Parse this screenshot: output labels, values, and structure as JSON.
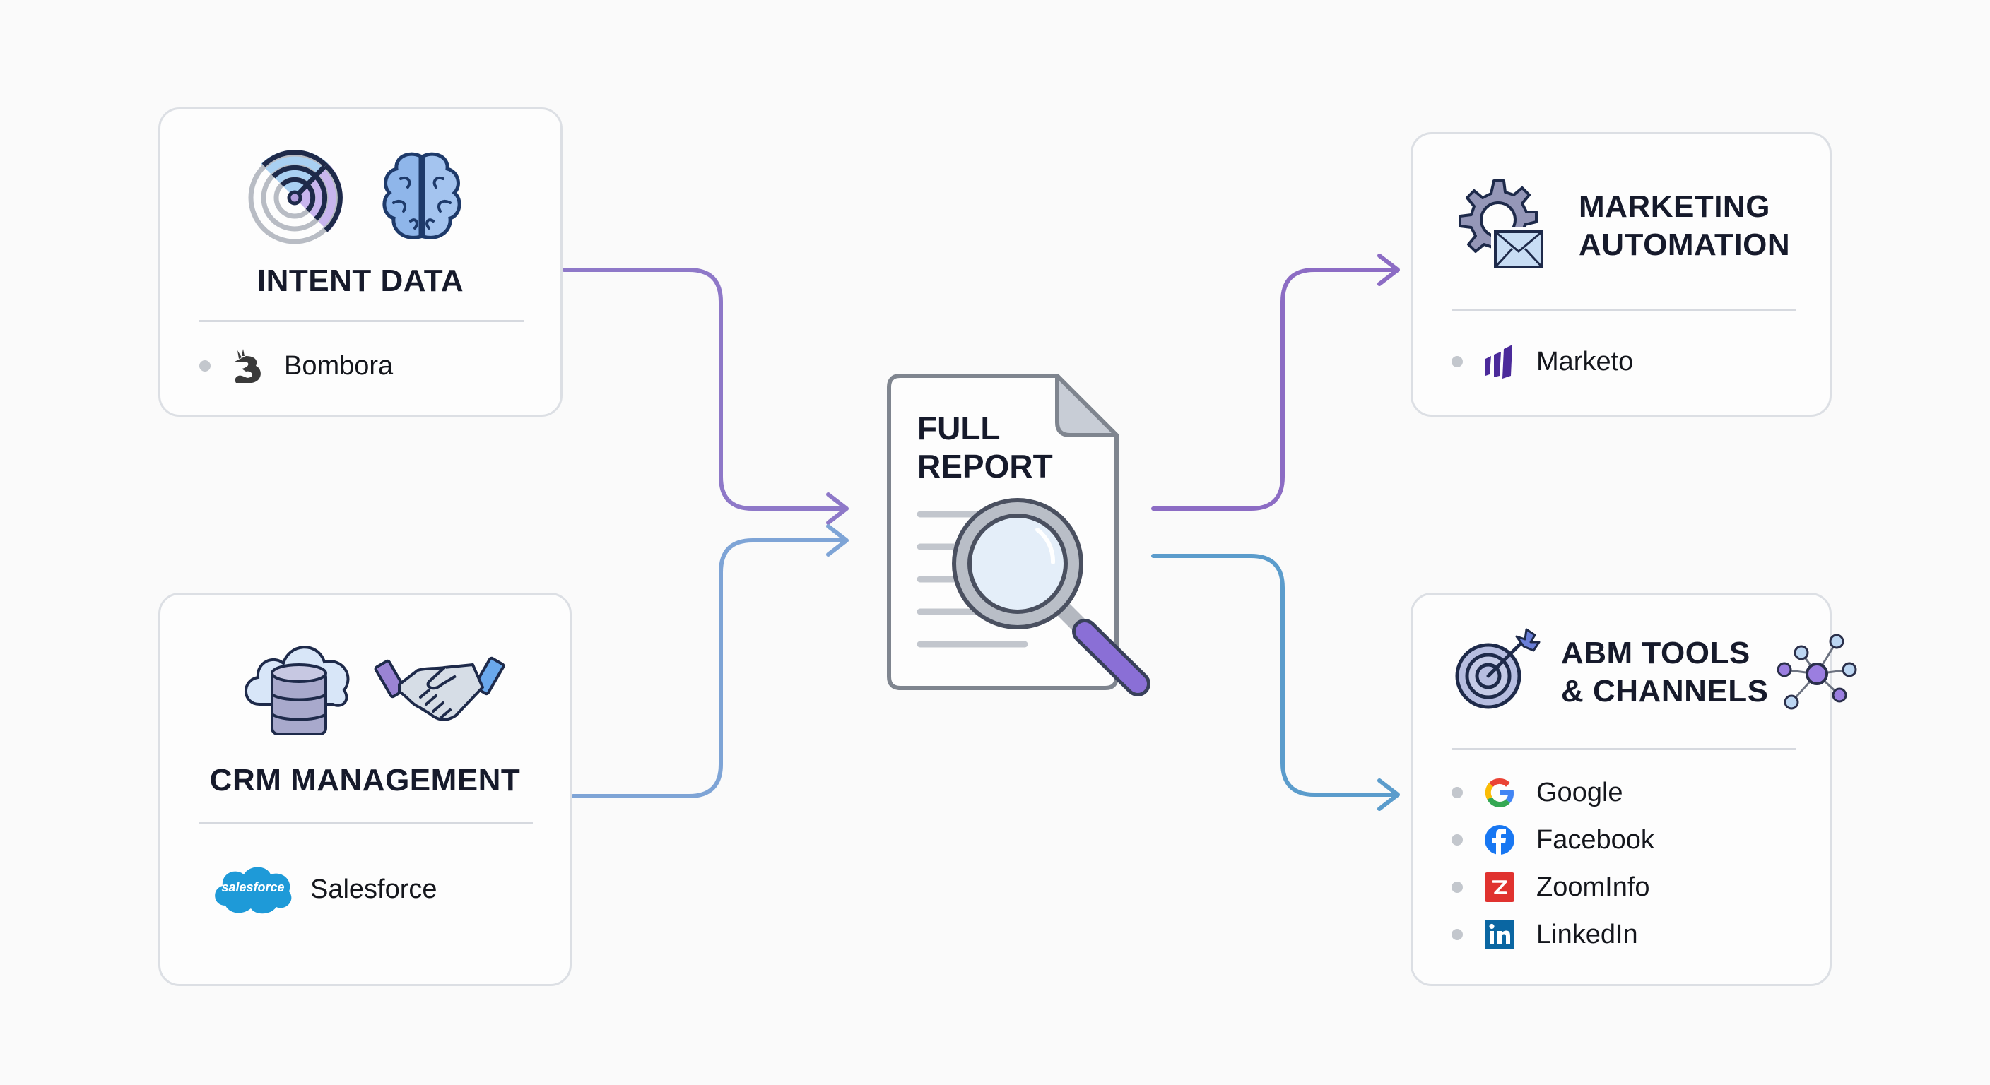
{
  "colors": {
    "purple_flow": "#8e78c8",
    "blue_flow": "#6b9fd3",
    "blue_flow_right": "#5b9ccc",
    "card_border": "#dcdfe4",
    "text": "#161a2b"
  },
  "inputs": [
    {
      "id": "intent-data",
      "title": "INTENT DATA",
      "icons": [
        "radar-icon",
        "brain-icon"
      ],
      "items": [
        {
          "label": "Bombora",
          "logo": "bombora-logo"
        }
      ]
    },
    {
      "id": "crm-management",
      "title": "CRM MANAGEMENT",
      "icons": [
        "cloud-database-icon",
        "handshake-icon"
      ],
      "items": [
        {
          "label": "Salesforce",
          "logo": "salesforce-logo",
          "logo_text": "salesforce"
        }
      ]
    }
  ],
  "center": {
    "title_line1": "FULL",
    "title_line2": "REPORT",
    "icon": "document-magnifier-icon"
  },
  "outputs": [
    {
      "id": "marketing-automation",
      "title_line1": "MARKETING",
      "title_line2": "AUTOMATION",
      "icons": [
        "gear-envelope-icon"
      ],
      "items": [
        {
          "label": "Marketo",
          "logo": "marketo-logo"
        }
      ]
    },
    {
      "id": "abm-tools",
      "title_line1": "ABM TOOLS",
      "title_line2": "& CHANNELS",
      "icons": [
        "target-arrow-icon",
        "network-nodes-icon"
      ],
      "items": [
        {
          "label": "Google",
          "logo": "google-logo"
        },
        {
          "label": "Facebook",
          "logo": "facebook-logo"
        },
        {
          "label": "ZoomInfo",
          "logo": "zoominfo-logo"
        },
        {
          "label": "LinkedIn",
          "logo": "linkedin-logo"
        }
      ]
    }
  ]
}
